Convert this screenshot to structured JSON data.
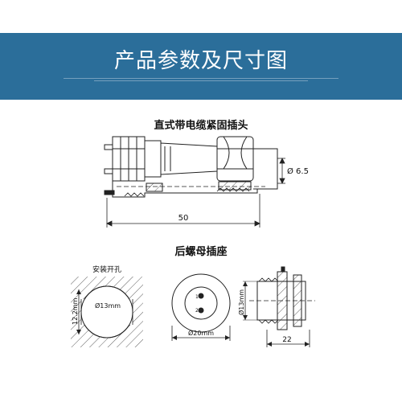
{
  "header": {
    "title": "产品参数及尺寸图"
  },
  "sections": {
    "plug_title": "直式带电缆紧固插头",
    "socket_title": "后螺母插座"
  },
  "dimensions": {
    "plug_length": "50",
    "cable_diameter": "Ø 6.5",
    "hole_label": "安装开孔",
    "hole_diameter": "Ø13mm",
    "hole_height": "12.2mm",
    "face_diameter": "Ø20mm",
    "pin_1": "1",
    "pin_2": "2",
    "side_diameter": "Ø13mm",
    "side_length": "22"
  }
}
